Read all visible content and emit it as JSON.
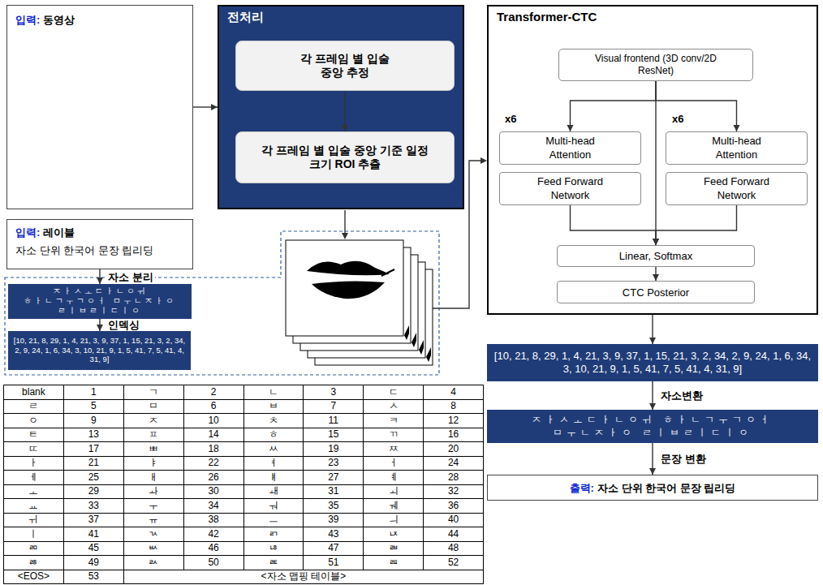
{
  "diagram": {
    "nodes": [
      {
        "text": [
          "입력:",
          "동영상"
        ]
      },
      {
        "text": [
          "전처리"
        ]
      },
      {
        "text": [
          "각 프레임 별 입술 중앙 추정"
        ],
        "in": 1
      },
      {
        "text": [
          "각 프레임 별 입술 중앙 기준 일정 크기 ROI 추출"
        ],
        "in": 1
      },
      {
        "text": [
          "Transformer-CTC"
        ]
      },
      {
        "text": [
          "Visual frontend (3D conv/2D ResNet)"
        ],
        "in": 4
      },
      {
        "text": [
          "Multi-head Attention"
        ],
        "in": 4
      },
      {
        "text": [
          "Feed Forward Network"
        ],
        "in": 4
      },
      {
        "text": [
          "Multi-head Attention"
        ],
        "in": 4
      },
      {
        "text": [
          "Feed Forward Network"
        ],
        "in": 4
      },
      {
        "text": [
          "Linear, Softmax"
        ],
        "in": 4
      },
      {
        "text": [
          "CTC Posterior"
        ],
        "in": 4
      },
      {
        "text": [
          "입력:",
          "레이블",
          "자소 단위 한국어 문장 립리딩"
        ]
      },
      {
        "text": [
          "ㅈㅏㅅㅗㄷㅏㄴㅇㅟ ㅎㅏㄴㄱㅜㄱㅇㅓ ㅁㅜㄴㅈㅏㅇ ㄹㅣㅂㄹㅣㄷㅣㅇ"
        ]
      },
      {
        "text": [
          "[10, 21, 8, 29, 1, 4, 21, 3, 9, 37, 1, 15, 21, 3, 2, 34, 2, 9, 24, 1, 6, 34, 3, 10, 21, 9, 1, 5, 41, 7, 5, 41, 4, 31, 9]"
        ]
      },
      {
        "text": [
          "[10, 21, 8, 29, 1, 4, 21, 3, 9, 37, 1, 15, 21, 3, 2, 34, 2, 9, 24, 1, 6, 34, 3, 10, 21, 9, 1, 5, 41, 7, 5, 41, 4, 31, 9]"
        ]
      },
      {
        "text": [
          "ㅈㅏㅅㅗㄷㅏㄴㅇㅟ ㅎㅏㄴㄱㅜㄱㅇㅓ ㅁㅜㄴㅈㅏㅇ ㄹㅣㅂㄹㅣㄷㅣㅇ"
        ]
      },
      {
        "text": [
          "출력:",
          "자소 단위 한국어 문장 립리딩"
        ]
      }
    ],
    "edges": [
      {
        "from": 0,
        "to": 1,
        "arrow": "to"
      },
      {
        "from": 2,
        "to": 3,
        "arrow": "to"
      },
      {
        "from": 12,
        "to": 13,
        "label": "자소 분리",
        "arrow": "to"
      },
      {
        "from": 13,
        "to": 14,
        "label": "인덱싱",
        "arrow": "to"
      },
      {
        "from": 5,
        "to": 6,
        "arrow": "to"
      },
      {
        "from": 5,
        "to": 8,
        "arrow": "to"
      },
      {
        "from": 5,
        "to": 10,
        "arrow": "to"
      },
      {
        "from": 7,
        "to": 10,
        "arrow": "to"
      },
      {
        "from": 9,
        "to": 10,
        "arrow": "to"
      },
      {
        "from": 10,
        "to": 11,
        "arrow": "to"
      },
      {
        "from": 4,
        "to": 15,
        "arrow": "to"
      },
      {
        "from": 15,
        "to": 16,
        "label": "자소변환",
        "arrow": "to"
      },
      {
        "from": 16,
        "to": 17,
        "label": "문장 변환",
        "arrow": "to"
      }
    ],
    "labels": [
      "x6",
      "x6",
      "blank",
      "1",
      "ㄱ",
      "2",
      "ㄴ",
      "3",
      "ㄷ",
      "4",
      "ㄹ",
      "5",
      "ㅁ",
      "6",
      "ㅂ",
      "7",
      "ㅅ",
      "8",
      "ㅇ",
      "9",
      "ㅈ",
      "10",
      "ㅊ",
      "11",
      "ㅋ",
      "12",
      "ㅌ",
      "13",
      "ㅍ",
      "14",
      "ㅎ",
      "15",
      "ㄲ",
      "16",
      "ㄸ",
      "17",
      "ㅃ",
      "18",
      "ㅆ",
      "19",
      "ㅉ",
      "20",
      "ㅏ",
      "21",
      "ㅑ",
      "22",
      "ㅕ",
      "23",
      "ㅓ",
      "24",
      "ㅔ",
      "25",
      "ㅐ",
      "26",
      "ㅒ",
      "27",
      "ㅖ",
      "28",
      "ㅗ",
      "29",
      "ㅘ",
      "30",
      "ㅙ",
      "31",
      "ㅚ",
      "32",
      "ㅛ",
      "33",
      "ㅜ",
      "34",
      "ㅝ",
      "35",
      "ㅞ",
      "36",
      "ㅟ",
      "37",
      "ㅠ",
      "38",
      "ㅡ",
      "39",
      "ㅢ",
      "40",
      "ㅣ",
      "41",
      "ㄳ",
      "42",
      "ㄺ",
      "43",
      "ㄵ",
      "44",
      "ㄻ",
      "45",
      "ㅄ",
      "46",
      "ㄶ",
      "47",
      "ㄼ",
      "48",
      "ㅀ",
      "49",
      "ㄽ",
      "50",
      "ㄾ",
      "51",
      "ㄿ",
      "52",
      "<EOS>",
      "53",
      "<자소 맵핑 테이블>"
    ]
  }
}
